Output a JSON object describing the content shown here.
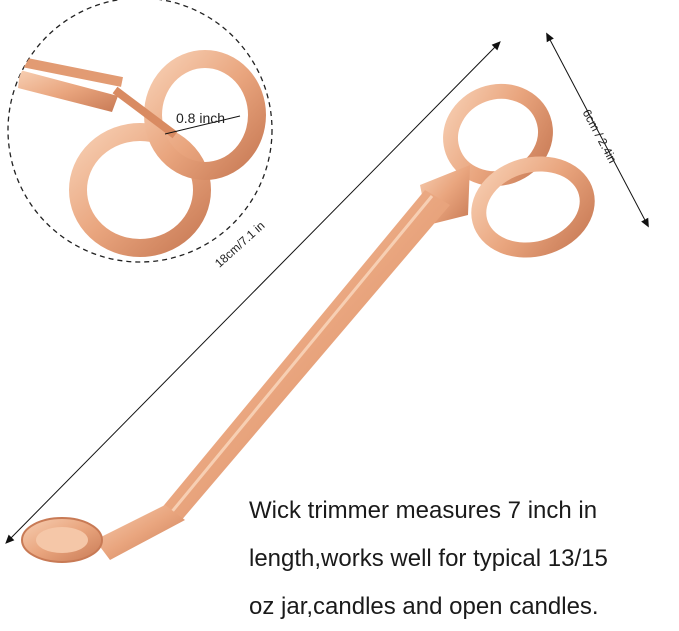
{
  "product": {
    "name": "wick trimmer",
    "metal_color": "#e9a57e",
    "metal_highlight": "#f7cfb3",
    "metal_shadow": "#c87a55"
  },
  "dimensions": {
    "length_label": "18cm/7.1 in",
    "width_label": "6cm / 2.4in",
    "ring_label": "0.8 inch"
  },
  "caption": {
    "line1": "Wick trimmer measures 7 inch in",
    "line2": "length,works well for typical 13/15",
    "line3": "oz jar,candles and open candles."
  }
}
